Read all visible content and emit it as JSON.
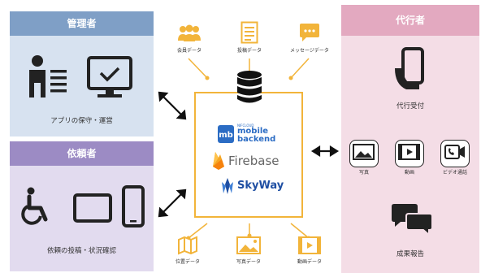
{
  "left": {
    "admin": {
      "title": "管理者",
      "caption": "アプリの保守・運営"
    },
    "requester": {
      "title": "依頼者",
      "caption": "依頼の投稿・状況確認"
    }
  },
  "right": {
    "title": "代行者",
    "accept_caption": "代行受付",
    "media": [
      {
        "icon": "photo-icon",
        "label": "写真"
      },
      {
        "icon": "video-icon",
        "label": "動画"
      },
      {
        "icon": "video-call-icon",
        "label": "ビデオ通話"
      }
    ],
    "report_caption": "成果報告"
  },
  "top_data": [
    {
      "icon": "members-icon",
      "label": "会員データ"
    },
    {
      "icon": "post-document-icon",
      "label": "投稿データ"
    },
    {
      "icon": "message-icon",
      "label": "メッセージデータ"
    }
  ],
  "bottom_data": [
    {
      "icon": "map-icon",
      "label": "位置データ"
    },
    {
      "icon": "photo-icon",
      "label": "写真データ"
    },
    {
      "icon": "video-icon",
      "label": "動画データ"
    }
  ],
  "services": {
    "mobile_backend_small": "NIFCLOUD",
    "mobile_backend_line1": "mobile",
    "mobile_backend_line2": "backend",
    "firebase": "Firebase",
    "skyway": "SkyWay"
  },
  "colors": {
    "admin_header": "#7f9fc6",
    "admin_body": "#d7e2f0",
    "requester_header": "#9c8bc4",
    "requester_body": "#e2dbef",
    "agent_header": "#e3a9c0",
    "agent_body": "#f4dde6",
    "connector": "#f2b43a",
    "mbaas_blue": "#2b6cc4",
    "skyway_blue": "#1f4fa3",
    "firebase_orange": "#f5a623"
  }
}
